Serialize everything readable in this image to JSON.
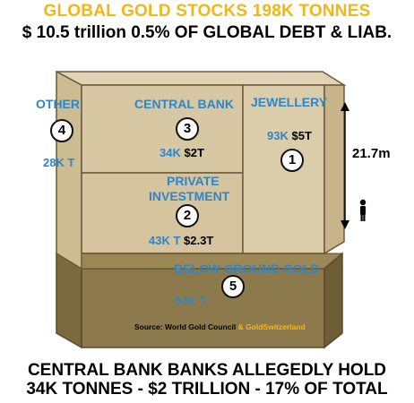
{
  "header": {
    "title": "GLOBAL GOLD STOCKS 198K TONNES",
    "subtitle": "$ 10.5 trillion 0.5% OF GLOBAL DEBT & LIAB."
  },
  "segments": {
    "other": {
      "label": "OTHER",
      "number": "4",
      "tonnes": "28K T"
    },
    "central_bank": {
      "label": "CENTRAL BANK",
      "number": "3",
      "tonnes": "34K",
      "value": "$2T"
    },
    "jewellery": {
      "label": "JEWELLERY",
      "number": "1",
      "tonnes": "93K",
      "value": "$5T"
    },
    "private_investment": {
      "label_line1": "PRIVATE",
      "label_line2": "INVESTMENT",
      "number": "2",
      "tonnes": "43K T",
      "value": "$2.3T"
    },
    "below_ground": {
      "label": "BELOW GROUND GOLD",
      "number": "5",
      "tonnes": "54K T"
    }
  },
  "height_marker": {
    "label": "21.7m"
  },
  "source": {
    "prefix": "Source: World Gold Council",
    "suffix": "& GoldSwitzerland"
  },
  "footer": {
    "line1": "CENTRAL BANK BANKS ALLEGEDLY HOLD",
    "line2": "34K TONNES - $2 TRILLION - 17% OF TOTAL"
  },
  "colors": {
    "title": "#f4b616",
    "label_blue": "#2e86c9",
    "box_front": "#d7c7a2",
    "box_side": "#cdbb92",
    "box_top": "#e1d3b4",
    "ground_front": "#8d7a4c",
    "ground_side": "#7c6a3f",
    "source_highlight": "#f4b616"
  }
}
